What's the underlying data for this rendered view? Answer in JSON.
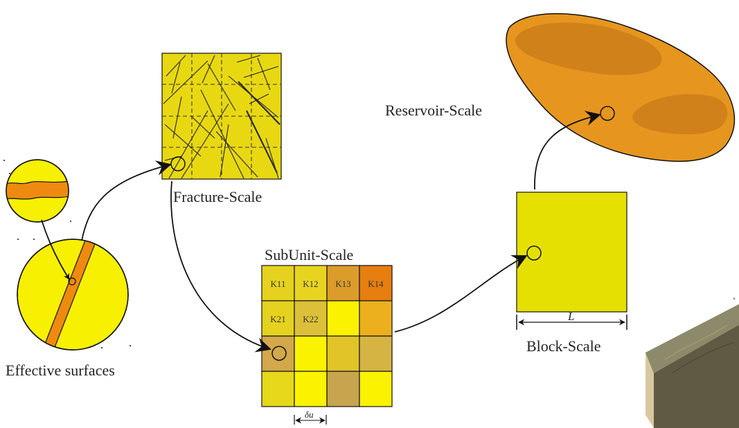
{
  "labels": {
    "effective_surfaces": "Effective surfaces",
    "fracture_scale": "Fracture-Scale",
    "subunit_scale": "SubUnit-Scale",
    "block_scale": "Block-Scale",
    "reservoir_scale": "Reservoir-Scale",
    "block_dimension": "L",
    "subunit_dimension": "δu"
  },
  "subunit_grid": {
    "rows": 4,
    "cols": 4,
    "cells": [
      [
        {
          "label": "K11",
          "color": "#e6d21e"
        },
        {
          "label": "K12",
          "color": "#e8d420"
        },
        {
          "label": "K13",
          "color": "#dc9c2a"
        },
        {
          "label": "K14",
          "color": "#e67e10"
        }
      ],
      [
        {
          "label": "K21",
          "color": "#e4d21e"
        },
        {
          "label": "K22",
          "color": "#dcc03a"
        },
        {
          "label": "",
          "color": "#fbf200"
        },
        {
          "label": "",
          "color": "#ecb01e"
        }
      ],
      [
        {
          "label": "",
          "color": "#d2a84a"
        },
        {
          "label": "",
          "color": "#fbf200"
        },
        {
          "label": "",
          "color": "#e0c428"
        },
        {
          "label": "",
          "color": "#d6b444"
        }
      ],
      [
        {
          "label": "",
          "color": "#e6d81a"
        },
        {
          "label": "",
          "color": "#fbf200"
        },
        {
          "label": "",
          "color": "#c8a44e"
        },
        {
          "label": "",
          "color": "#fbf200"
        }
      ]
    ]
  },
  "colors": {
    "yellow": "#f7f000",
    "fracture_yellow": "#e8d812",
    "block_yellow": "#e6e000",
    "fracture_orange": "#ee8a10",
    "reservoir_orange": "#e6961e",
    "reservoir_dark": "#c97a18"
  }
}
